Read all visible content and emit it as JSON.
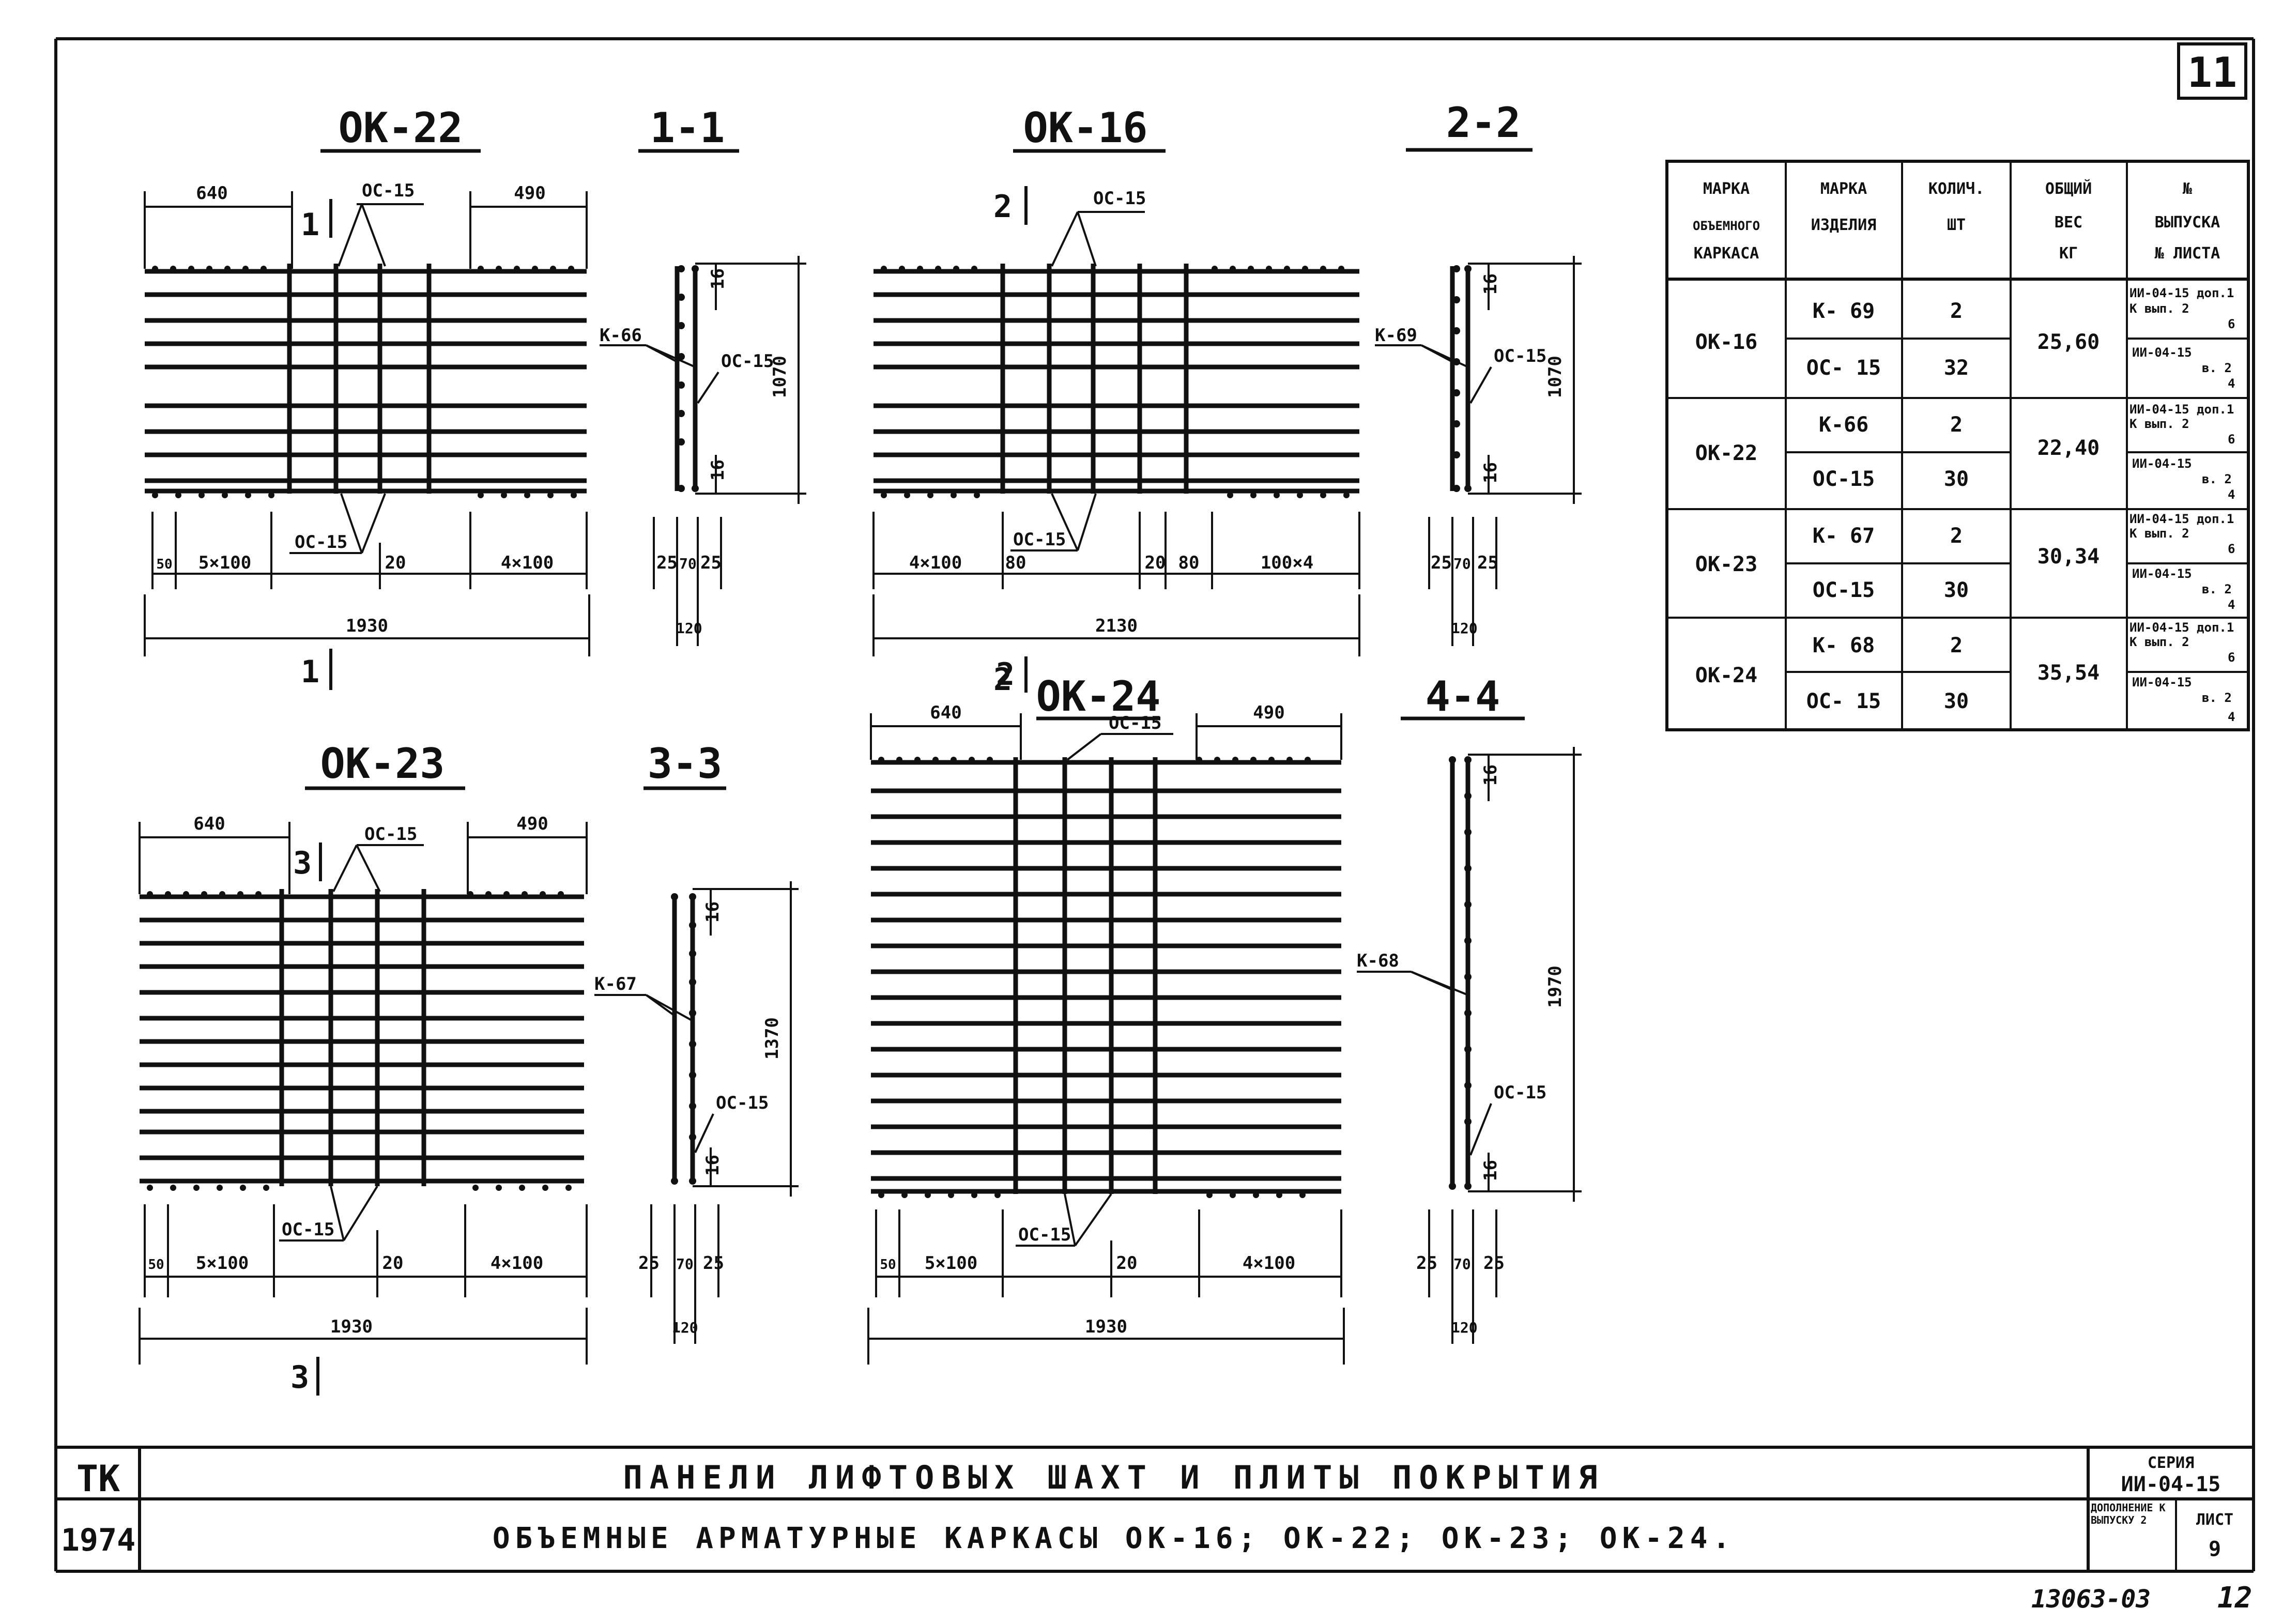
{
  "sheet_number": "11",
  "views": {
    "ok22": {
      "title": "ОК-22",
      "label_top": "640",
      "label_top_right": "490",
      "callout_top": "ОС-15",
      "callout_bottom": "ОС-15",
      "dim_50": "50",
      "dim_5x100": "5×100",
      "dim_20": "20",
      "dim_4x100": "4×100",
      "dim_total": "1930",
      "section_mark": "1"
    },
    "sec11": {
      "title": "1-1",
      "callout_k": "К-66",
      "callout_oc": "ОС-15",
      "dim_16a": "16",
      "dim_16b": "16",
      "dim_height": "1070",
      "dim_25a": "25",
      "dim_70": "70",
      "dim_25b": "25",
      "dim_120": "120"
    },
    "ok16": {
      "title": "ОК-16",
      "callout_top": "ОС-15",
      "callout_bottom": "ОС-15",
      "dim_4x100": "4×100",
      "dim_80a": "80",
      "dim_20": "20",
      "dim_80b": "80",
      "dim_100x4": "100×4",
      "dim_total": "2130",
      "section_mark": "2"
    },
    "sec22": {
      "title": "2-2",
      "callout_k": "К-69",
      "callout_oc": "ОС-15",
      "dim_16a": "16",
      "dim_16b": "16",
      "dim_height": "1070",
      "dim_25a": "25",
      "dim_70": "70",
      "dim_25b": "25",
      "dim_120": "120"
    },
    "ok23": {
      "title": "ОК-23",
      "label_top": "640",
      "label_top_right": "490",
      "callout_top": "ОС-15",
      "callout_bottom": "ОС-15",
      "dim_50": "50",
      "dim_5x100": "5×100",
      "dim_20": "20",
      "dim_4x100": "4×100",
      "dim_total": "1930",
      "section_mark": "3"
    },
    "sec33": {
      "title": "3-3",
      "callout_k": "К-67",
      "callout_oc": "ОС-15",
      "dim_16a": "16",
      "dim_16b": "16",
      "dim_height": "1370",
      "dim_25a": "25",
      "dim_70": "70",
      "dim_25b": "25",
      "dim_120": "120"
    },
    "ok24": {
      "title": "ОК-24",
      "label_top": "640",
      "label_top_right": "490",
      "callout_top": "ОС-15",
      "callout_bottom": "ОС-15",
      "dim_50": "50",
      "dim_5x100": "5×100",
      "dim_20": "20",
      "dim_4x100": "4×100",
      "dim_total": "1930",
      "section_mark": "2"
    },
    "sec44": {
      "title": "4-4",
      "callout_k": "К-68",
      "callout_oc": "ОС-15",
      "dim_16a": "16",
      "dim_16b": "16",
      "dim_height": "1970",
      "dim_25a": "25",
      "dim_70": "70",
      "dim_25b": "25",
      "dim_120": "120"
    }
  },
  "table": {
    "headers": [
      [
        "МАРКА",
        "ОБЪЕМНОГО",
        "КАРКАСА"
      ],
      [
        "МАРКА",
        "ИЗДЕЛИЯ"
      ],
      [
        "КОЛИЧ.",
        "ШТ"
      ],
      [
        "ОБЩИЙ",
        "ВЕС",
        "КГ"
      ],
      [
        "№",
        "ВЫПУСКА",
        "№ ЛИСТА"
      ]
    ],
    "rows": [
      {
        "frame": "ОК-16",
        "item1": "К- 69",
        "qty1": "2",
        "item2": "ОС- 15",
        "qty2": "32",
        "weight": "25,60",
        "ref1a": "ИИ-04-15 доп.1",
        "ref1b": "К вып. 2",
        "ref1c": "6",
        "ref2a": "ИИ-04-15",
        "ref2b": "в. 2",
        "ref2c": "4"
      },
      {
        "frame": "ОК-22",
        "item1": "К-66",
        "qty1": "2",
        "item2": "ОС-15",
        "qty2": "30",
        "weight": "22,40",
        "ref1a": "ИИ-04-15 доп.1",
        "ref1b": "К вып. 2",
        "ref1c": "6",
        "ref2a": "ИИ-04-15",
        "ref2b": "в. 2",
        "ref2c": "4"
      },
      {
        "frame": "ОК-23",
        "item1": "К- 67",
        "qty1": "2",
        "item2": "ОС-15",
        "qty2": "30",
        "weight": "30,34",
        "ref1a": "ИИ-04-15 доп.1",
        "ref1b": "К вып. 2",
        "ref1c": "6",
        "ref2a": "ИИ-04-15",
        "ref2b": "в. 2",
        "ref2c": "4"
      },
      {
        "frame": "ОК-24",
        "item1": "К- 68",
        "qty1": "2",
        "item2": "ОС- 15",
        "qty2": "30",
        "weight": "35,54",
        "ref1a": "ИИ-04-15 доп.1",
        "ref1b": "К вып. 2",
        "ref1c": "6",
        "ref2a": "ИИ-04-15",
        "ref2b": "в. 2",
        "ref2c": "4"
      }
    ]
  },
  "title_block": {
    "tk": "ТК",
    "year": "1974",
    "line1": "ПАНЕЛИ ЛИФТОВЫХ ШАХТ И ПЛИТЫ ПОКРЫТИЯ",
    "line2": "ОБЪЕМНЫЕ АРМАТУРНЫЕ КАРКАСЫ ОК-16; ОК-22; ОК-23; ОК-24.",
    "series_label": "СЕРИЯ",
    "series_value": "ИИ-04-15",
    "addendum": "ДОПОЛНЕНИЕ К ВЫПУСКУ 2",
    "sheet_label": "ЛИСТ",
    "sheet_value": "9"
  },
  "footer": {
    "code": "13063-03",
    "page": "12"
  },
  "colors": {
    "ink": "#111111",
    "paper": "#ffffff"
  }
}
